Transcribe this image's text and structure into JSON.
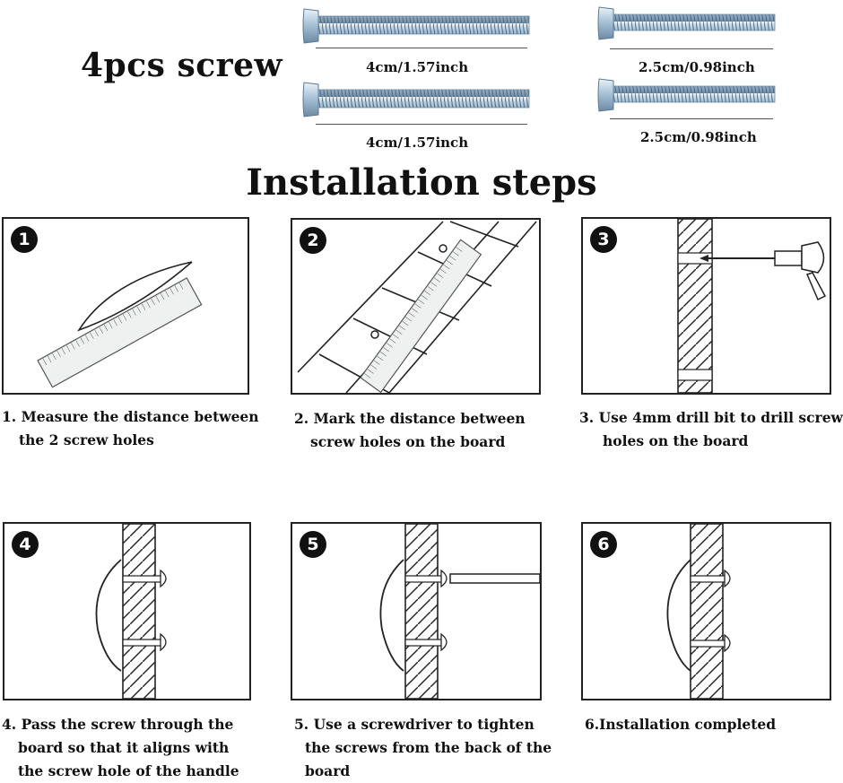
{
  "header": {
    "title": "4pcs screw",
    "screws": [
      {
        "label": "4cm/1.57inch"
      },
      {
        "label": "2.5cm/0.98inch"
      },
      {
        "label": "4cm/1.57inch"
      },
      {
        "label": "2.5cm/0.98inch"
      }
    ]
  },
  "main_title": "Installation steps",
  "steps": [
    {
      "number": "1",
      "lines": [
        "1. Measure the distance between",
        "the 2 screw holes"
      ]
    },
    {
      "number": "2",
      "lines": [
        "2. Mark the distance between",
        "screw holes on the board"
      ]
    },
    {
      "number": "3",
      "lines": [
        "3. Use 4mm drill bit to drill screw",
        "holes on the board"
      ]
    },
    {
      "number": "4",
      "lines": [
        "4. Pass the screw through the",
        "board so that it aligns with",
        "the screw hole of the handle"
      ]
    },
    {
      "number": "5",
      "lines": [
        "5. Use a screwdriver to tighten",
        "the screws from the back of the",
        "board"
      ]
    },
    {
      "number": "6",
      "lines": [
        "6.Installation completed"
      ]
    }
  ],
  "icons": [
    "screw-long-icon",
    "screw-short-icon",
    "ruler-icon",
    "handle-icon",
    "drill-icon",
    "board-icon",
    "screwdriver-icon"
  ]
}
